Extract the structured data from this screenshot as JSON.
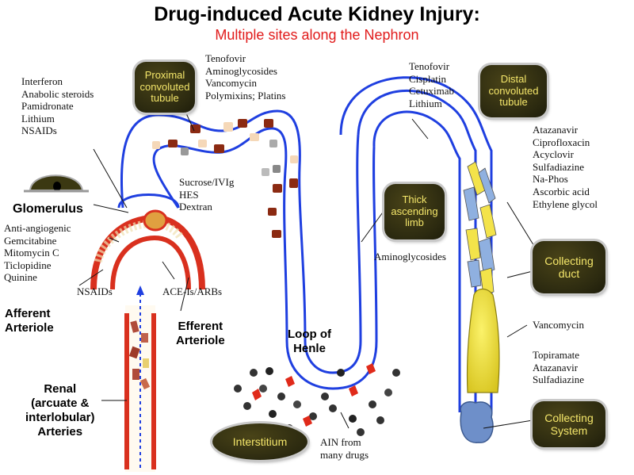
{
  "title": "Drug-induced Acute Kidney Injury:",
  "subtitle": "Multiple sites along the Nephron",
  "labels": {
    "glomerulus": "Glomerulus",
    "afferent": "Afferent\nArteriole",
    "efferent": "Efferent\nArteriole",
    "renal": "Renal\n(arcuate &\ninterlobular)\nArteries",
    "loop": "Loop of\nHenle"
  },
  "bubbles": {
    "proximal": "Proximal\nconvoluted\ntubule",
    "distal": "Distal\nconvoluted\ntubule",
    "thick": "Thick\nascending\nlimb",
    "collecting_duct": "Collecting\nduct",
    "collecting_system": "Collecting\nSystem",
    "interstitium": "Interstitium"
  },
  "drug_lists": {
    "glomerulus_top": "Interferon\nAnabolic steroids\nPamidronate\nLithium\nNSAIDs",
    "glomerulus_side": "Anti-angiogenic\nGemcitabine\nMitomycin C\nTiclopidine\nQuinine",
    "nsaids": "NSAIDs",
    "ace": "ACE-Is/ARBs",
    "proximal": "Tenofovir\nAminoglycosides\nVancomycin\nPolymixins; Platins",
    "sucrose": "Sucrose/IVIg\nHES\nDextran",
    "distal": "Tenofovir\nCisplatin\nCetuximab\nLithium",
    "thick": "Aminoglycosides",
    "crystal": "Atazanavir\nCiprofloxacin\nAcyclovir\nSulfadiazine\nNa-Phos\nAscorbic acid\nEthylene glycol",
    "vancomycin": "Vancomycin",
    "stones": "Topiramate\nAtazanavir\nSulfadiazine",
    "ain": "AIN from\nmany drugs"
  },
  "colors": {
    "tubule": "#1f3fe0",
    "artery": "#d9301e",
    "bubble_text": "#f4e66a",
    "subtitle": "#e11b1b",
    "cast": "#8b2a12",
    "crystal_yellow": "#f3e34a",
    "crystal_blue": "#8fb0e0",
    "stone": "#6e8fc9"
  }
}
